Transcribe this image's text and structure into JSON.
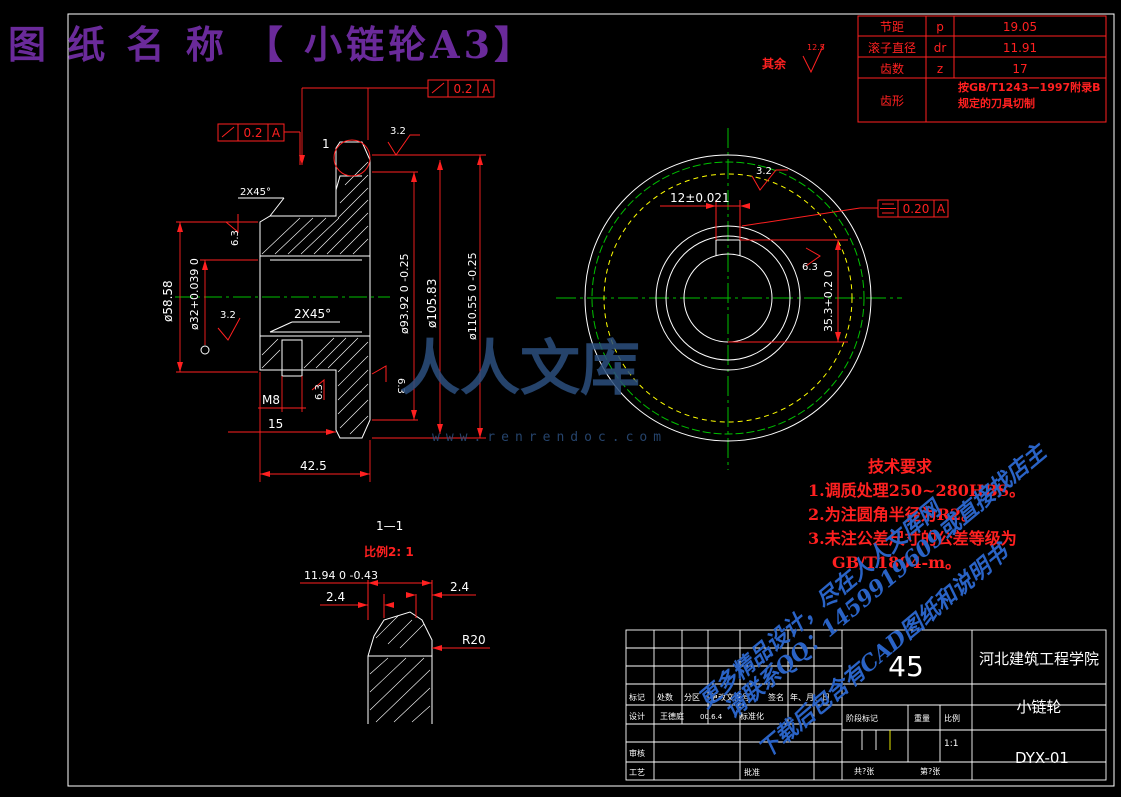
{
  "title": "图 纸 名 称 【 小链轮A3】",
  "surface_rest": {
    "label": "其余",
    "value": "12.5"
  },
  "params_table": [
    {
      "label": "节距",
      "symbol": "p",
      "value": "19.05"
    },
    {
      "label": "滚子直径",
      "symbol": "dr",
      "value": "11.91"
    },
    {
      "label": "齿数",
      "symbol": "z",
      "value": "17"
    },
    {
      "label": "齿形",
      "symbol": "",
      "value": "按GB/T1243—1997附录B规定的刀具切制"
    }
  ],
  "left_view": {
    "tol_top": "0.2",
    "tol_top_ref": "A",
    "tol_left": "0.2",
    "tol_left_ref": "A",
    "callout_1": "1",
    "rough_32_a": "3.2",
    "rough_32_b": "3.2",
    "rough_63_a": "6.3",
    "rough_63_b": "6.3",
    "rough_63_c": "6.3",
    "chamfer_a": "2X45°",
    "chamfer_b": "2X45°",
    "dim_5858": "ø58.58",
    "dim_32": "ø32+0.039 0",
    "dim_9392": "ø93.92 0 -0.25",
    "dim_10583": "ø105.83",
    "dim_11055": "ø110.55 0 -0.25",
    "dim_m8": "M8",
    "dim_15": "15",
    "dim_425": "42.5"
  },
  "right_view": {
    "rough_32": "3.2",
    "rough_63": "6.3",
    "keyway": "12±0.021",
    "sym_tol": "0.20",
    "sym_ref": "A",
    "dim_353": "35.3+0.2 0"
  },
  "detail": {
    "label": "1—1",
    "scale": "比例2: 1",
    "dim_1194": "11.94 0 -0.43",
    "dim_24a": "2.4",
    "dim_24b": "2.4",
    "dim_r20": "R20"
  },
  "tech": {
    "heading": "技术要求",
    "items": [
      "1.调质处理250~280HBS。",
      "2.为注圆角半径为R2。",
      "3.未注公差尺寸的公差等级为",
      "GB/T1804-m。"
    ]
  },
  "title_block": {
    "material": "45",
    "school": "河北建筑工程学院",
    "part_name": "小链轮",
    "drawing_no": "DYX-01",
    "scale_value": "1:1",
    "row_labels": [
      "标记",
      "处数",
      "分区",
      "更改文件号",
      "签名",
      "年、月、日"
    ],
    "design": "设计",
    "designer": "王德庭",
    "date": "00.6.4",
    "std": "标准化",
    "review": "审核",
    "process": "工艺",
    "approve": "批准",
    "stage": "阶段标记",
    "weight": "重量",
    "scale": "比例",
    "sheets": "共?张",
    "sheet": "第?张"
  },
  "watermarks": {
    "logo": "人人文库",
    "url": "www.renrendoc.com",
    "line1": "更多精品设计，尽在人人文库网",
    "line2": "请联系QQ：1459919609或直接找店主",
    "line3": "下载后包含有CAD图纸和说明书"
  },
  "colors": {
    "line": "#ffffff",
    "dim": "#ff2020",
    "center": "#00c000",
    "thread": "#ffff00",
    "title": "#6a2a9a",
    "watermark": "#2a63c6"
  }
}
